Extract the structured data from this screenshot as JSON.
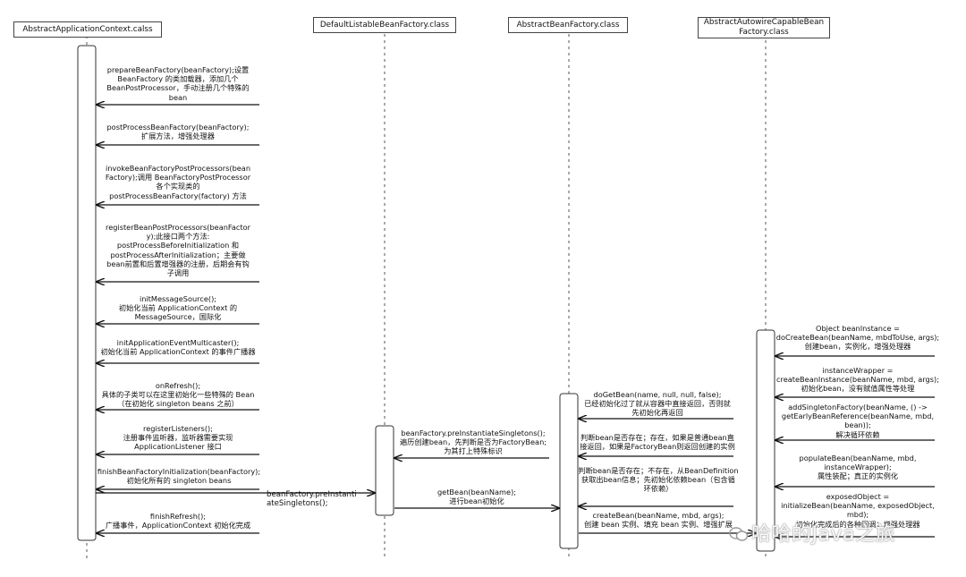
{
  "headers": [
    "AbstractApplicationContext.calss",
    "DefaultListableBeanFactory.class",
    "AbstractBeanFactory.class",
    "AbstractAutowireCapableBean\nFactory.class"
  ],
  "messages_context": [
    "prepareBeanFactory(beanFactory);设置\nBeanFactory 的类加载器，添加几个\nBeanPostProcessor，手动注册几个特殊的\nbean",
    "postProcessBeanFactory(beanFactory);\n扩展方法，增强处理器",
    "invokeBeanFactoryPostProcessors(bean\nFactory);调用 BeanFactoryPostProcessor\n各个实现类的\npostProcessBeanFactory(factory) 方法",
    "registerBeanPostProcessors(beanFactor\ny);此接口两个方法:\npostProcessBeforeInitialization 和\npostProcessAfterInitialization；主要做\nbean前置和后置增强器的注册，后期会有钩\n子调用",
    "initMessageSource();\n初始化当前 ApplicationContext 的\nMessageSource，国际化",
    "initApplicationEventMulticaster();\n初始化当前 ApplicationContext 的事件广播器",
    "onRefresh();\n具体的子类可以在这里初始化一些特殊的 Bean\n（在初始化 singleton beans 之前）",
    "registerListeners();\n注册事件监听器，监听器需要实现\nApplicationListener 接口",
    "finishBeanFactoryInitialization(beanFactory);\n初始化所有的 singleton beans",
    "finishRefresh();\n广播事件，ApplicationContext 初始化完成"
  ],
  "call_preinstantiate": "beanFactory.preInstanti\nateSingletons();",
  "messages_listable": [
    "beanFactory.preInstantiateSingletons();\n遍历创建bean，先判断是否为FactoryBean;\n为其打上特殊标识",
    "getBean(beanName);\n进行bean初始化"
  ],
  "messages_abstract": [
    "doGetBean(name, null, null, false);\n已经初始化过了就从容器中直接返回，否则就\n先初始化再返回",
    "判断bean是否存在；存在，如果是普通bean直\n接返回，如果是FactoryBean则返回创建的实例",
    "判断bean是否存在；不存在，从BeanDefinition\n获取出bean信息；先初始化依赖bean（包含循\n环依赖）",
    "createBean(beanName, mbd, args);\n创建 bean 实例、填充 bean 实例、增强扩展"
  ],
  "messages_autowire": [
    "Object beanInstance =\ndoCreateBean(beanName, mbdToUse, args);\n创建bean，实例化，增强处理器",
    "instanceWrapper =\ncreateBeanInstance(beanName, mbd, args);\n初始化bean，没有赋值属性等处理",
    "addSingletonFactory(beanName, () ->\ngetEarlyBeanReference(beanName, mbd,\nbean));\n解决循环依赖",
    "populateBean(beanName, mbd,\ninstanceWrapper);\n属性装配；真正的实例化",
    "exposedObject =\ninitializeBean(beanName, exposedObject,\nmbd);\n初始化完成后的各种回调；增强处理器"
  ],
  "watermark": "哈哈的Java之旅"
}
